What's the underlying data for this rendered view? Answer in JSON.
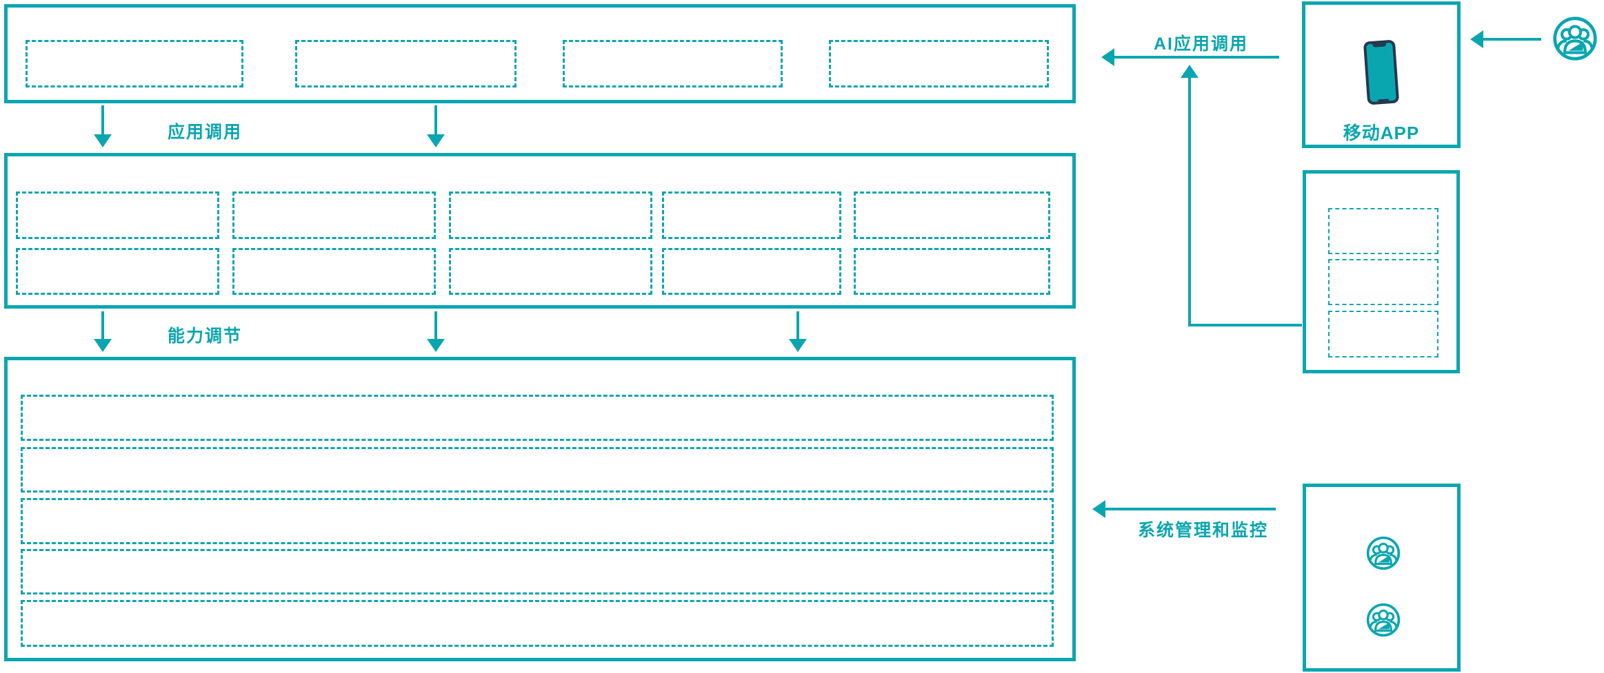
{
  "diagram_title": "",
  "colors": {
    "accent": "#0aa6b0",
    "phone_dark": "#24384e",
    "background": "#ffffff"
  },
  "labels": {
    "app_call": "应用调用",
    "capability_adjust": "能力调节",
    "ai_app_call": "AI应用调用",
    "system_monitor": "系统管理和监控",
    "mobile_app": "移动APP"
  },
  "icons": {
    "smartphone": "smartphone-icon",
    "users_group": "users-group-icon"
  },
  "layers": {
    "top_app_layer": {
      "placeholder_slots": 4,
      "text": ""
    },
    "middle_capability_layer": {
      "rows": 2,
      "cols": 5,
      "placeholder_slots": 10,
      "text": ""
    },
    "bottom_platform_layer": {
      "placeholder_rows": 5,
      "text": ""
    },
    "device_panel": {
      "placeholder_slots": 3,
      "text": ""
    },
    "admin_panel": {
      "user_icons": 2,
      "text": ""
    }
  }
}
